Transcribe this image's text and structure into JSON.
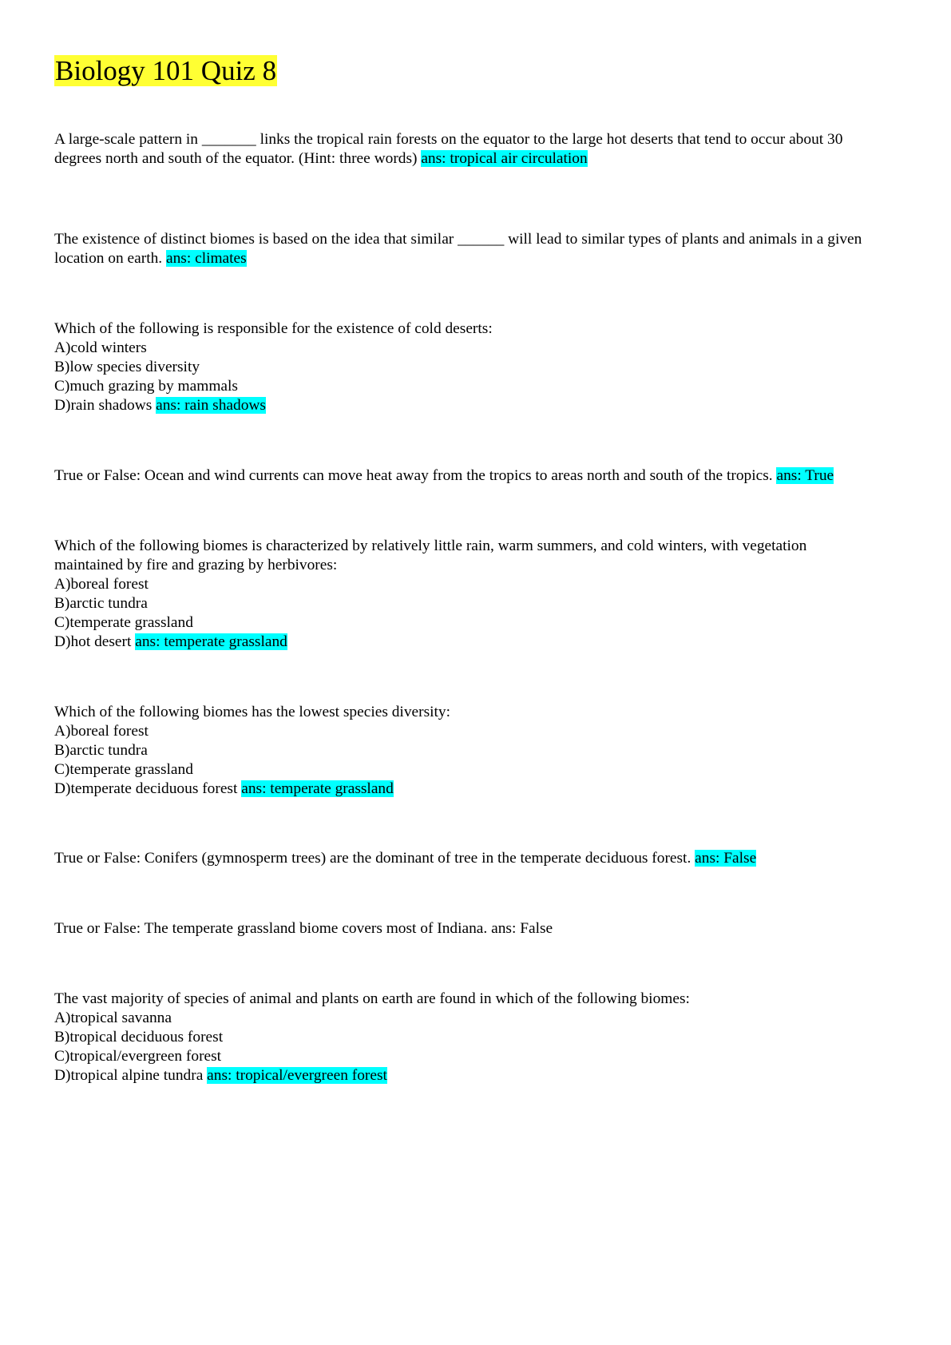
{
  "title": "Biology 101 Quiz 8",
  "colors": {
    "title_highlight": "#ffff33",
    "answer_highlight": "#00ffff"
  },
  "questions": [
    {
      "lines": [
        "A large-scale pattern in _______ links the tropical rain forests on the equator to the large hot deserts that tend to occur about 30",
        "degrees north and south of the equator. (Hint: three words) "
      ],
      "answer": "ans: tropical air circulation"
    },
    {
      "lines": [
        "The existence of distinct biomes is based on the idea that similar ______ will lead to similar types of plants and animals in a given",
        "location on earth. "
      ],
      "answer": "ans: climates"
    },
    {
      "lines": [
        "Which of the following is responsible for the existence of cold deserts:",
        "A)cold winters",
        "B)low species diversity",
        "C)much grazing by mammals",
        "D)rain shadows "
      ],
      "answer": "ans: rain shadows"
    },
    {
      "lines": [
        "True or False: Ocean and wind currents can move heat away from the tropics to areas north and south of the tropics. "
      ],
      "answer": "ans: True"
    },
    {
      "lines": [
        "Which of the following biomes is characterized by relatively little rain, warm summers, and cold winters, with vegetation",
        "maintained by fire and grazing by herbivores:",
        "A)boreal forest",
        "B)arctic tundra",
        "C)temperate grassland",
        "D)hot desert "
      ],
      "answer": "ans: temperate grassland"
    },
    {
      "lines": [
        "Which of the following biomes has the lowest species diversity:",
        "A)boreal forest",
        "B)arctic tundra",
        "C)temperate grassland",
        "D)temperate deciduous forest "
      ],
      "answer": "ans: temperate grassland"
    },
    {
      "lines": [
        "True or False: Conifers (gymnosperm trees) are the dominant of tree in the temperate deciduous forest. "
      ],
      "answer": "ans: False"
    },
    {
      "lines": [
        "True or False: The temperate grassland biome covers most of Indiana. ans: False"
      ],
      "answer": ""
    },
    {
      "lines": [
        "The vast majority of species of animal and plants on earth are found in which of the following biomes:",
        "A)tropical savanna",
        "B)tropical deciduous forest",
        "C)tropical/evergreen forest",
        "D)tropical alpine tundra "
      ],
      "answer": "ans: tropical/evergreen forest"
    }
  ]
}
